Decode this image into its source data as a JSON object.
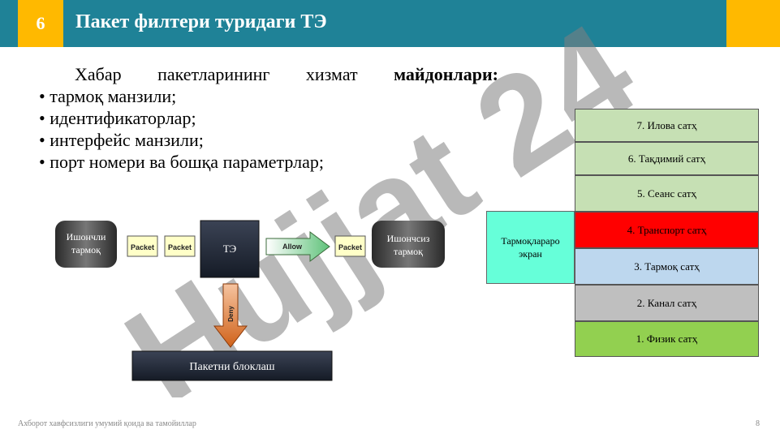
{
  "header": {
    "number": "6",
    "title": "Пакет филтери туридаги ТЭ"
  },
  "watermark": "Hujjat 24",
  "content": {
    "lead": [
      "Хабар",
      "пакетларининг",
      "хизмат",
      "майдонлари:"
    ],
    "items": [
      "•   тармоқ манзили;",
      "• идентификаторлар;",
      "• интерфейс   манзили;",
      "•   порт номери ва бошқа параметрлар;"
    ]
  },
  "diagram": {
    "trusted_network": [
      "Ишончли",
      "тармоқ"
    ],
    "packet_label": "Packet",
    "firewall_label": "ТЭ",
    "allow_label": "Allow",
    "untrusted_network": [
      "Ишончсиз",
      "тармоқ"
    ],
    "deny_label": "Deny",
    "block_label": "Пакетни блоклаш"
  },
  "osi": {
    "layers": [
      {
        "label": "7. Илова сатҳ",
        "color": "#c6e0b4"
      },
      {
        "label": "6. Тақдимий сатҳ",
        "color": "#c6e0b4"
      },
      {
        "label": "5. Сеанс сатҳ",
        "color": "#c6e0b4"
      },
      {
        "label": "4. Транспорт сатҳ",
        "color": "#ff0000"
      },
      {
        "label": "3. Тармоқ сатҳ",
        "color": "#bdd7ee"
      },
      {
        "label": "2. Канал сатҳ",
        "color": "#bfbfbf"
      },
      {
        "label": "1. Физик сатҳ",
        "color": "#92d050"
      }
    ],
    "firewall_label": [
      "Тармоқлараро",
      "экран"
    ],
    "firewall_color": "#66ffd9"
  },
  "colors": {
    "header": "#1f8297",
    "accent": "#ffb900"
  },
  "footer": {
    "text": "Ахборот хавфсизлиги умумий қоида ва тамойиллар",
    "page": "8"
  }
}
